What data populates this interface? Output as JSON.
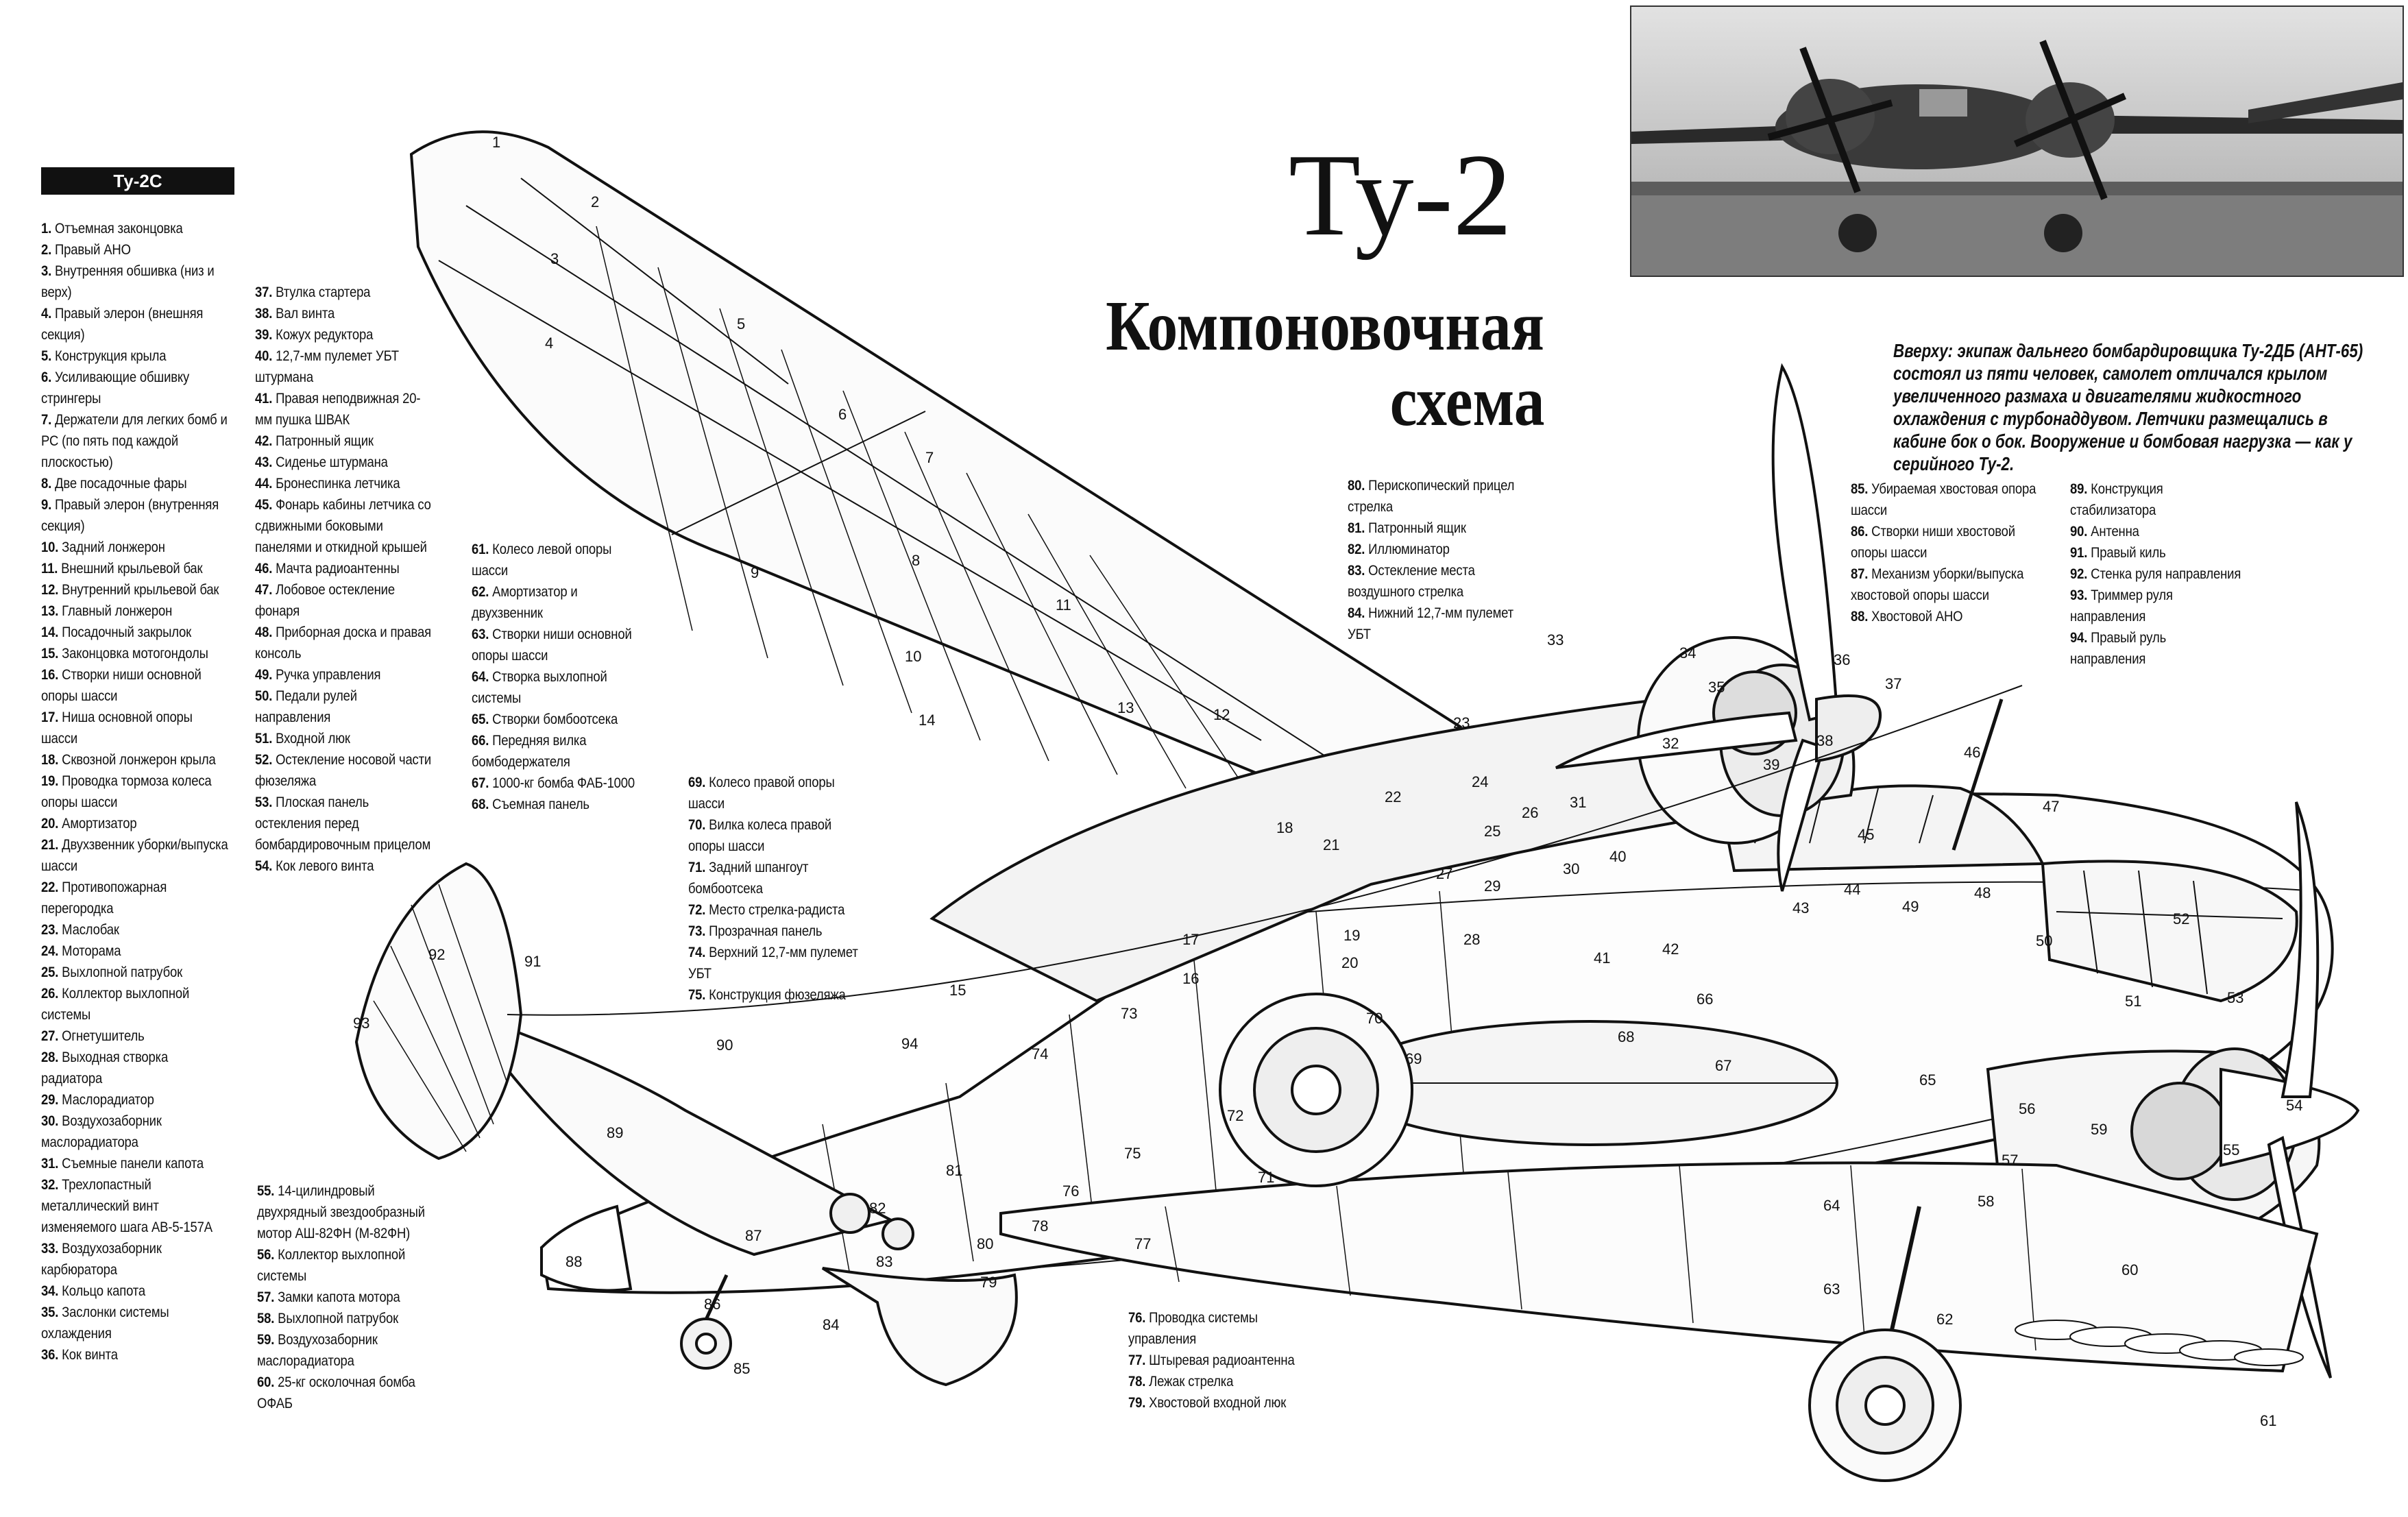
{
  "header": {
    "aircraft_tag": "Ту-2С",
    "title": "Ту-2",
    "subtitle_line1": "Компоновочная",
    "subtitle_line2": "схема"
  },
  "photo_caption": "Вверху: экипаж дальнего бомбардировщика Ту-2ДБ (АНТ-65) состоял из пяти человек, самолет отличался крылом увеличенного размаха и двигателями жидкостного охлаждения с турбонаддувом. Летчики размещались в кабине бок о бок. Вооружение и бомбовая нагрузка — как у серийного Ту-2.",
  "legend": [
    {
      "n": "1",
      "t": "Отъемная законцовка"
    },
    {
      "n": "2",
      "t": "Правый АНО"
    },
    {
      "n": "3",
      "t": "Внутренняя обшивка (низ и верх)"
    },
    {
      "n": "4",
      "t": "Правый элерон (внешняя секция)"
    },
    {
      "n": "5",
      "t": "Конструкция крыла"
    },
    {
      "n": "6",
      "t": "Усиливающие обшивку стрингеры"
    },
    {
      "n": "7",
      "t": "Держатели для легких бомб и РС (по пять под каждой плоскостью)"
    },
    {
      "n": "8",
      "t": "Две посадочные фары"
    },
    {
      "n": "9",
      "t": "Правый элерон (внутренняя секция)"
    },
    {
      "n": "10",
      "t": "Задний лонжерон"
    },
    {
      "n": "11",
      "t": "Внешний крыльевой бак"
    },
    {
      "n": "12",
      "t": "Внутренний крыльевой бак"
    },
    {
      "n": "13",
      "t": "Главный лонжерон"
    },
    {
      "n": "14",
      "t": "Посадочный закрылок"
    },
    {
      "n": "15",
      "t": "Законцовка мотогондолы"
    },
    {
      "n": "16",
      "t": "Створки ниши основной опоры шасси"
    },
    {
      "n": "17",
      "t": "Ниша основной опоры шасси"
    },
    {
      "n": "18",
      "t": "Сквозной лонжерон крыла"
    },
    {
      "n": "19",
      "t": "Проводка тормоза колеса опоры шасси"
    },
    {
      "n": "20",
      "t": "Амортизатор"
    },
    {
      "n": "21",
      "t": "Двухзвенник уборки/выпуска шасси"
    },
    {
      "n": "22",
      "t": "Противопожарная перегородка"
    },
    {
      "n": "23",
      "t": "Маслобак"
    },
    {
      "n": "24",
      "t": "Моторама"
    },
    {
      "n": "25",
      "t": "Выхлопной патрубок"
    },
    {
      "n": "26",
      "t": "Коллектор выхлопной системы"
    },
    {
      "n": "27",
      "t": "Огнетушитель"
    },
    {
      "n": "28",
      "t": "Выходная створка радиатора"
    },
    {
      "n": "29",
      "t": "Маслорадиатор"
    },
    {
      "n": "30",
      "t": "Воздухозаборник маслорадиатора"
    },
    {
      "n": "31",
      "t": "Съемные панели капота"
    },
    {
      "n": "32",
      "t": "Трехлопастный металлический винт изменяемого шага АВ-5-157А"
    },
    {
      "n": "33",
      "t": "Воздухозаборник карбюратора"
    },
    {
      "n": "34",
      "t": "Кольцо капота"
    },
    {
      "n": "35",
      "t": "Заслонки системы охлаждения"
    },
    {
      "n": "36",
      "t": "Кок винта"
    },
    {
      "n": "37",
      "t": "Втулка стартера"
    },
    {
      "n": "38",
      "t": "Вал винта"
    },
    {
      "n": "39",
      "t": "Кожух редуктора"
    },
    {
      "n": "40",
      "t": "12,7-мм пулемет УБТ штурмана"
    },
    {
      "n": "41",
      "t": "Правая неподвижная 20-мм пушка ШВАК"
    },
    {
      "n": "42",
      "t": "Патронный ящик"
    },
    {
      "n": "43",
      "t": "Сиденье штурмана"
    },
    {
      "n": "44",
      "t": "Бронеспинка летчика"
    },
    {
      "n": "45",
      "t": "Фонарь кабины летчика со сдвижными боковыми панелями и откидной крышей"
    },
    {
      "n": "46",
      "t": "Мачта радиоантенны"
    },
    {
      "n": "47",
      "t": "Лобовое остекление фонаря"
    },
    {
      "n": "48",
      "t": "Приборная доска и правая консоль"
    },
    {
      "n": "49",
      "t": "Ручка управления"
    },
    {
      "n": "50",
      "t": "Педали рулей направления"
    },
    {
      "n": "51",
      "t": "Входной люк"
    },
    {
      "n": "52",
      "t": "Остекление носовой части фюзеляжа"
    },
    {
      "n": "53",
      "t": "Плоская панель остекления перед бомбардировочным прицелом"
    },
    {
      "n": "54",
      "t": "Кок левого винта"
    },
    {
      "n": "55",
      "t": "14-цилиндровый двухрядный звездообразный мотор АШ-82ФН (М-82ФН)"
    },
    {
      "n": "56",
      "t": "Коллектор выхлопной системы"
    },
    {
      "n": "57",
      "t": "Замки капота мотора"
    },
    {
      "n": "58",
      "t": "Выхлопной патрубок"
    },
    {
      "n": "59",
      "t": "Воздухозаборник маслорадиатора"
    },
    {
      "n": "60",
      "t": "25-кг осколочная бомба ОФАБ"
    },
    {
      "n": "61",
      "t": "Колесо левой опоры шасси"
    },
    {
      "n": "62",
      "t": "Амортизатор и двухзвенник"
    },
    {
      "n": "63",
      "t": "Створки ниши основной опоры шасси"
    },
    {
      "n": "64",
      "t": "Створка выхлопной системы"
    },
    {
      "n": "65",
      "t": "Створки бомбоотсека"
    },
    {
      "n": "66",
      "t": "Передняя вилка бомбодержателя"
    },
    {
      "n": "67",
      "t": "1000-кг бомба ФАБ-1000"
    },
    {
      "n": "68",
      "t": "Съемная панель"
    },
    {
      "n": "69",
      "t": "Колесо правой опоры шасси"
    },
    {
      "n": "70",
      "t": "Вилка колеса правой опоры шасси"
    },
    {
      "n": "71",
      "t": "Задний шпангоут бомбоотсека"
    },
    {
      "n": "72",
      "t": "Место стрелка-радиста"
    },
    {
      "n": "73",
      "t": "Прозрачная панель"
    },
    {
      "n": "74",
      "t": "Верхний 12,7-мм пулемет УБТ"
    },
    {
      "n": "75",
      "t": "Конструкция фюзеляжа"
    },
    {
      "n": "76",
      "t": "Проводка системы управления"
    },
    {
      "n": "77",
      "t": "Штыревая радиоантенна"
    },
    {
      "n": "78",
      "t": "Лежак стрелка"
    },
    {
      "n": "79",
      "t": "Хвостовой входной люк"
    },
    {
      "n": "80",
      "t": "Перископический прицел стрелка"
    },
    {
      "n": "81",
      "t": "Патронный ящик"
    },
    {
      "n": "82",
      "t": "Иллюминатор"
    },
    {
      "n": "83",
      "t": "Остекление места воздушного стрелка"
    },
    {
      "n": "84",
      "t": "Нижний 12,7-мм пулемет УБТ"
    },
    {
      "n": "85",
      "t": "Убираемая хвостовая опора шасси"
    },
    {
      "n": "86",
      "t": "Створки ниши хвостовой опоры шасси"
    },
    {
      "n": "87",
      "t": "Механизм уборки/выпуска хвостовой опоры шасси"
    },
    {
      "n": "88",
      "t": "Хвостовой АНО"
    },
    {
      "n": "89",
      "t": "Конструкция стабилизатора"
    },
    {
      "n": "90",
      "t": "Антенна"
    },
    {
      "n": "91",
      "t": "Правый киль"
    },
    {
      "n": "92",
      "t": "Стенка руля направления"
    },
    {
      "n": "93",
      "t": "Триммер руля направления"
    },
    {
      "n": "94",
      "t": "Правый руль направления"
    }
  ],
  "callouts": [
    "1",
    "2",
    "3",
    "4",
    "5",
    "6",
    "7",
    "8",
    "9",
    "10",
    "11",
    "12",
    "13",
    "14",
    "15",
    "16",
    "17",
    "18",
    "19",
    "20",
    "21",
    "22",
    "23",
    "24",
    "25",
    "26",
    "27",
    "28",
    "29",
    "30",
    "31",
    "32",
    "33",
    "34",
    "35",
    "36",
    "37",
    "38",
    "39",
    "40",
    "41",
    "42",
    "43",
    "44",
    "45",
    "46",
    "47",
    "48",
    "49",
    "50",
    "51",
    "52",
    "53",
    "54",
    "55",
    "56",
    "57",
    "58",
    "59",
    "60",
    "61",
    "62",
    "63",
    "64",
    "65",
    "66",
    "67",
    "68",
    "69",
    "70",
    "71",
    "72",
    "73",
    "74",
    "75",
    "76",
    "77",
    "78",
    "79",
    "80",
    "81",
    "82",
    "83",
    "84",
    "85",
    "86",
    "87",
    "88",
    "89",
    "90",
    "91",
    "92",
    "93",
    "94"
  ],
  "colors": {
    "ink": "#111111",
    "paper": "#ffffff",
    "photo_sky": "#c8c8c8",
    "photo_ground": "#8a8a8a"
  }
}
